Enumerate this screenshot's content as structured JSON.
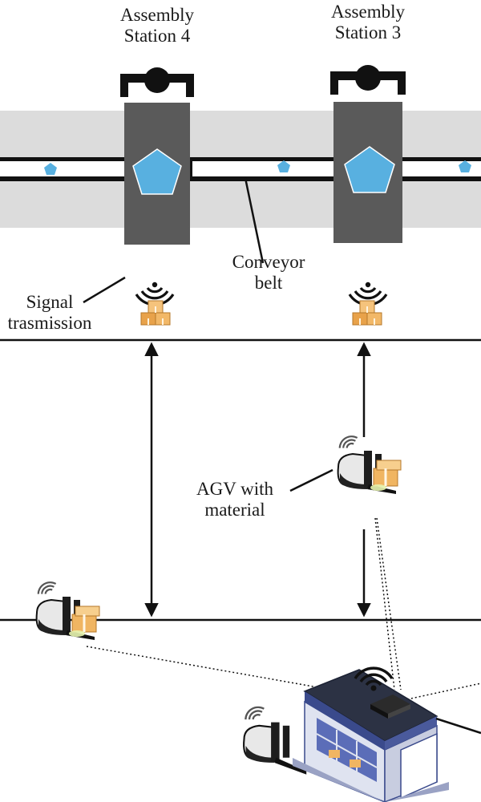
{
  "labels": {
    "station_4": [
      "Assembly",
      "Station 4"
    ],
    "station_3": [
      "Assembly",
      "Station 3"
    ],
    "conveyor": [
      "Conveyor",
      "belt"
    ],
    "signal": [
      "Signal",
      "trasmission"
    ],
    "agv": [
      "AGV with",
      "material"
    ]
  },
  "colors": {
    "conveyor_band": "#dcdcdc",
    "station_body": "#5a5a5a",
    "part_blue": "#58b0e0",
    "box_orange": "#f0b562",
    "line_black": "#111111",
    "warehouse_blue": "#3a4a8c"
  },
  "icons": [
    "gripper-icon",
    "pentagon-part-icon",
    "wireless-signal-icon",
    "stacked-boxes-icon",
    "agv-forklift-icon",
    "warehouse-icon"
  ]
}
